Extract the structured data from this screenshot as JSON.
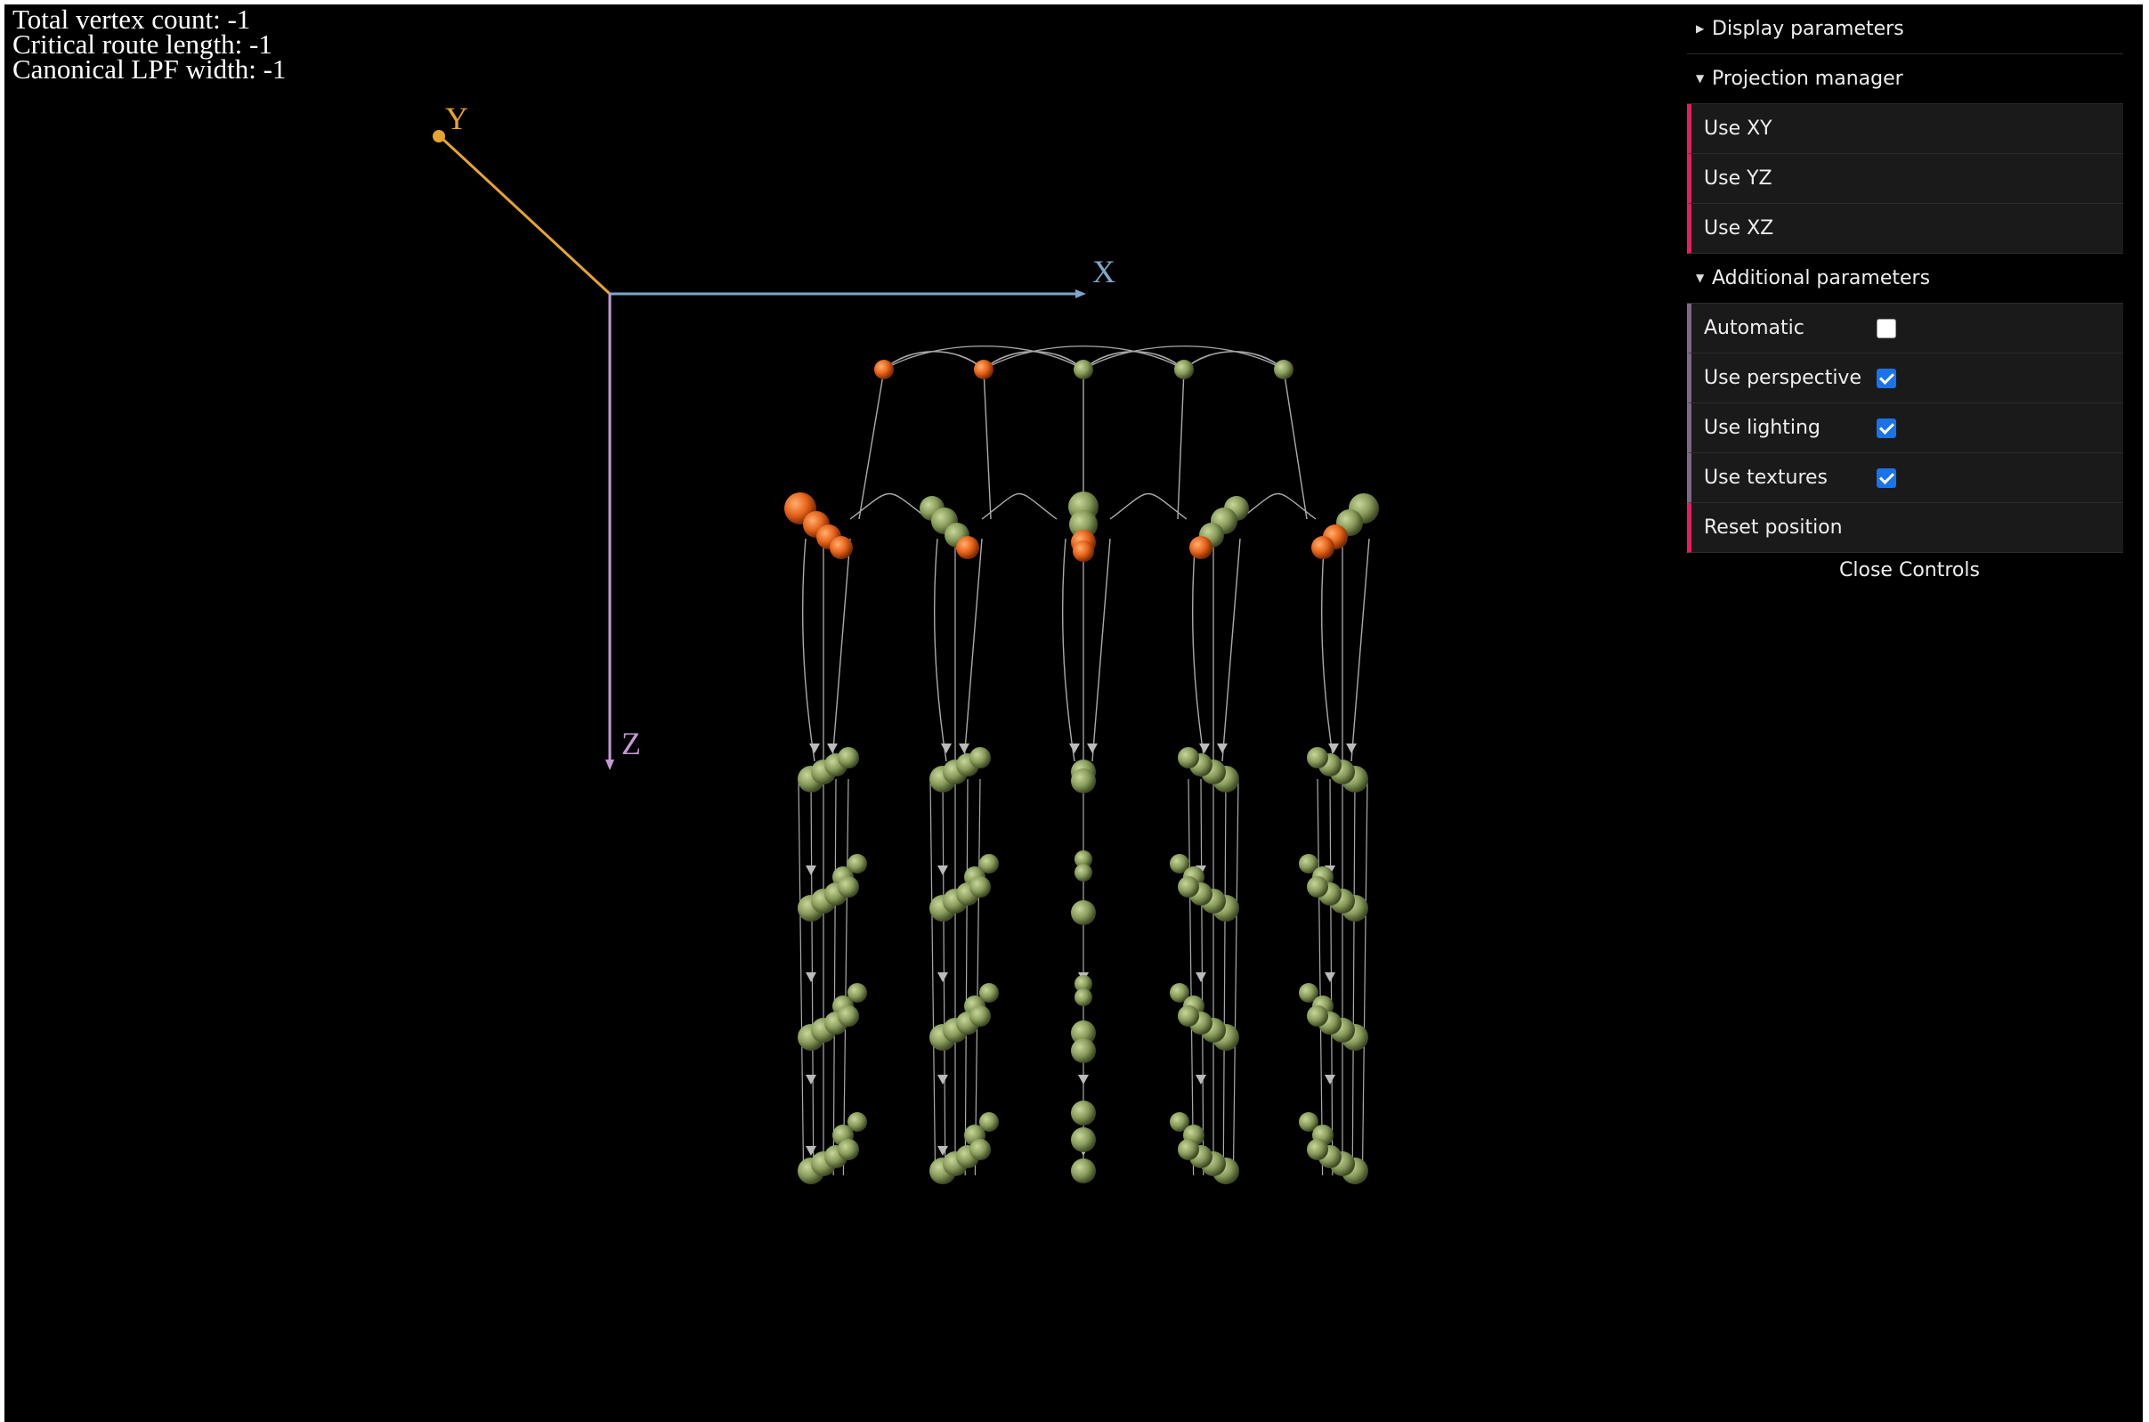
{
  "stats": {
    "vertex_count": "Total vertex count: -1",
    "route_length": "Critical route length: -1",
    "lpf_width": "Canonical LPF width: -1"
  },
  "axes": {
    "x_label": "X",
    "y_label": "Y",
    "z_label": "Z",
    "x_color": "#7fa7c9",
    "y_color": "#e6a52e",
    "z_color": "#c49ad6"
  },
  "graph": {
    "source_color": "#e8641a",
    "node_color": "#8a9d5c",
    "edge_color": "#aaaaaa"
  },
  "gui": {
    "display_params": "Display parameters",
    "projection_manager": "Projection manager",
    "use_xy": "Use XY",
    "use_yz": "Use YZ",
    "use_xz": "Use XZ",
    "additional_params": "Additional parameters",
    "automatic": {
      "label": "Automatic",
      "checked": false
    },
    "perspective": {
      "label": "Use perspective",
      "checked": true
    },
    "lighting": {
      "label": "Use lighting",
      "checked": true
    },
    "textures": {
      "label": "Use textures",
      "checked": true
    },
    "reset_position": "Reset position",
    "close_controls": "Close Controls",
    "function_accent": "#e61d5f",
    "boolean_accent": "#806787"
  }
}
